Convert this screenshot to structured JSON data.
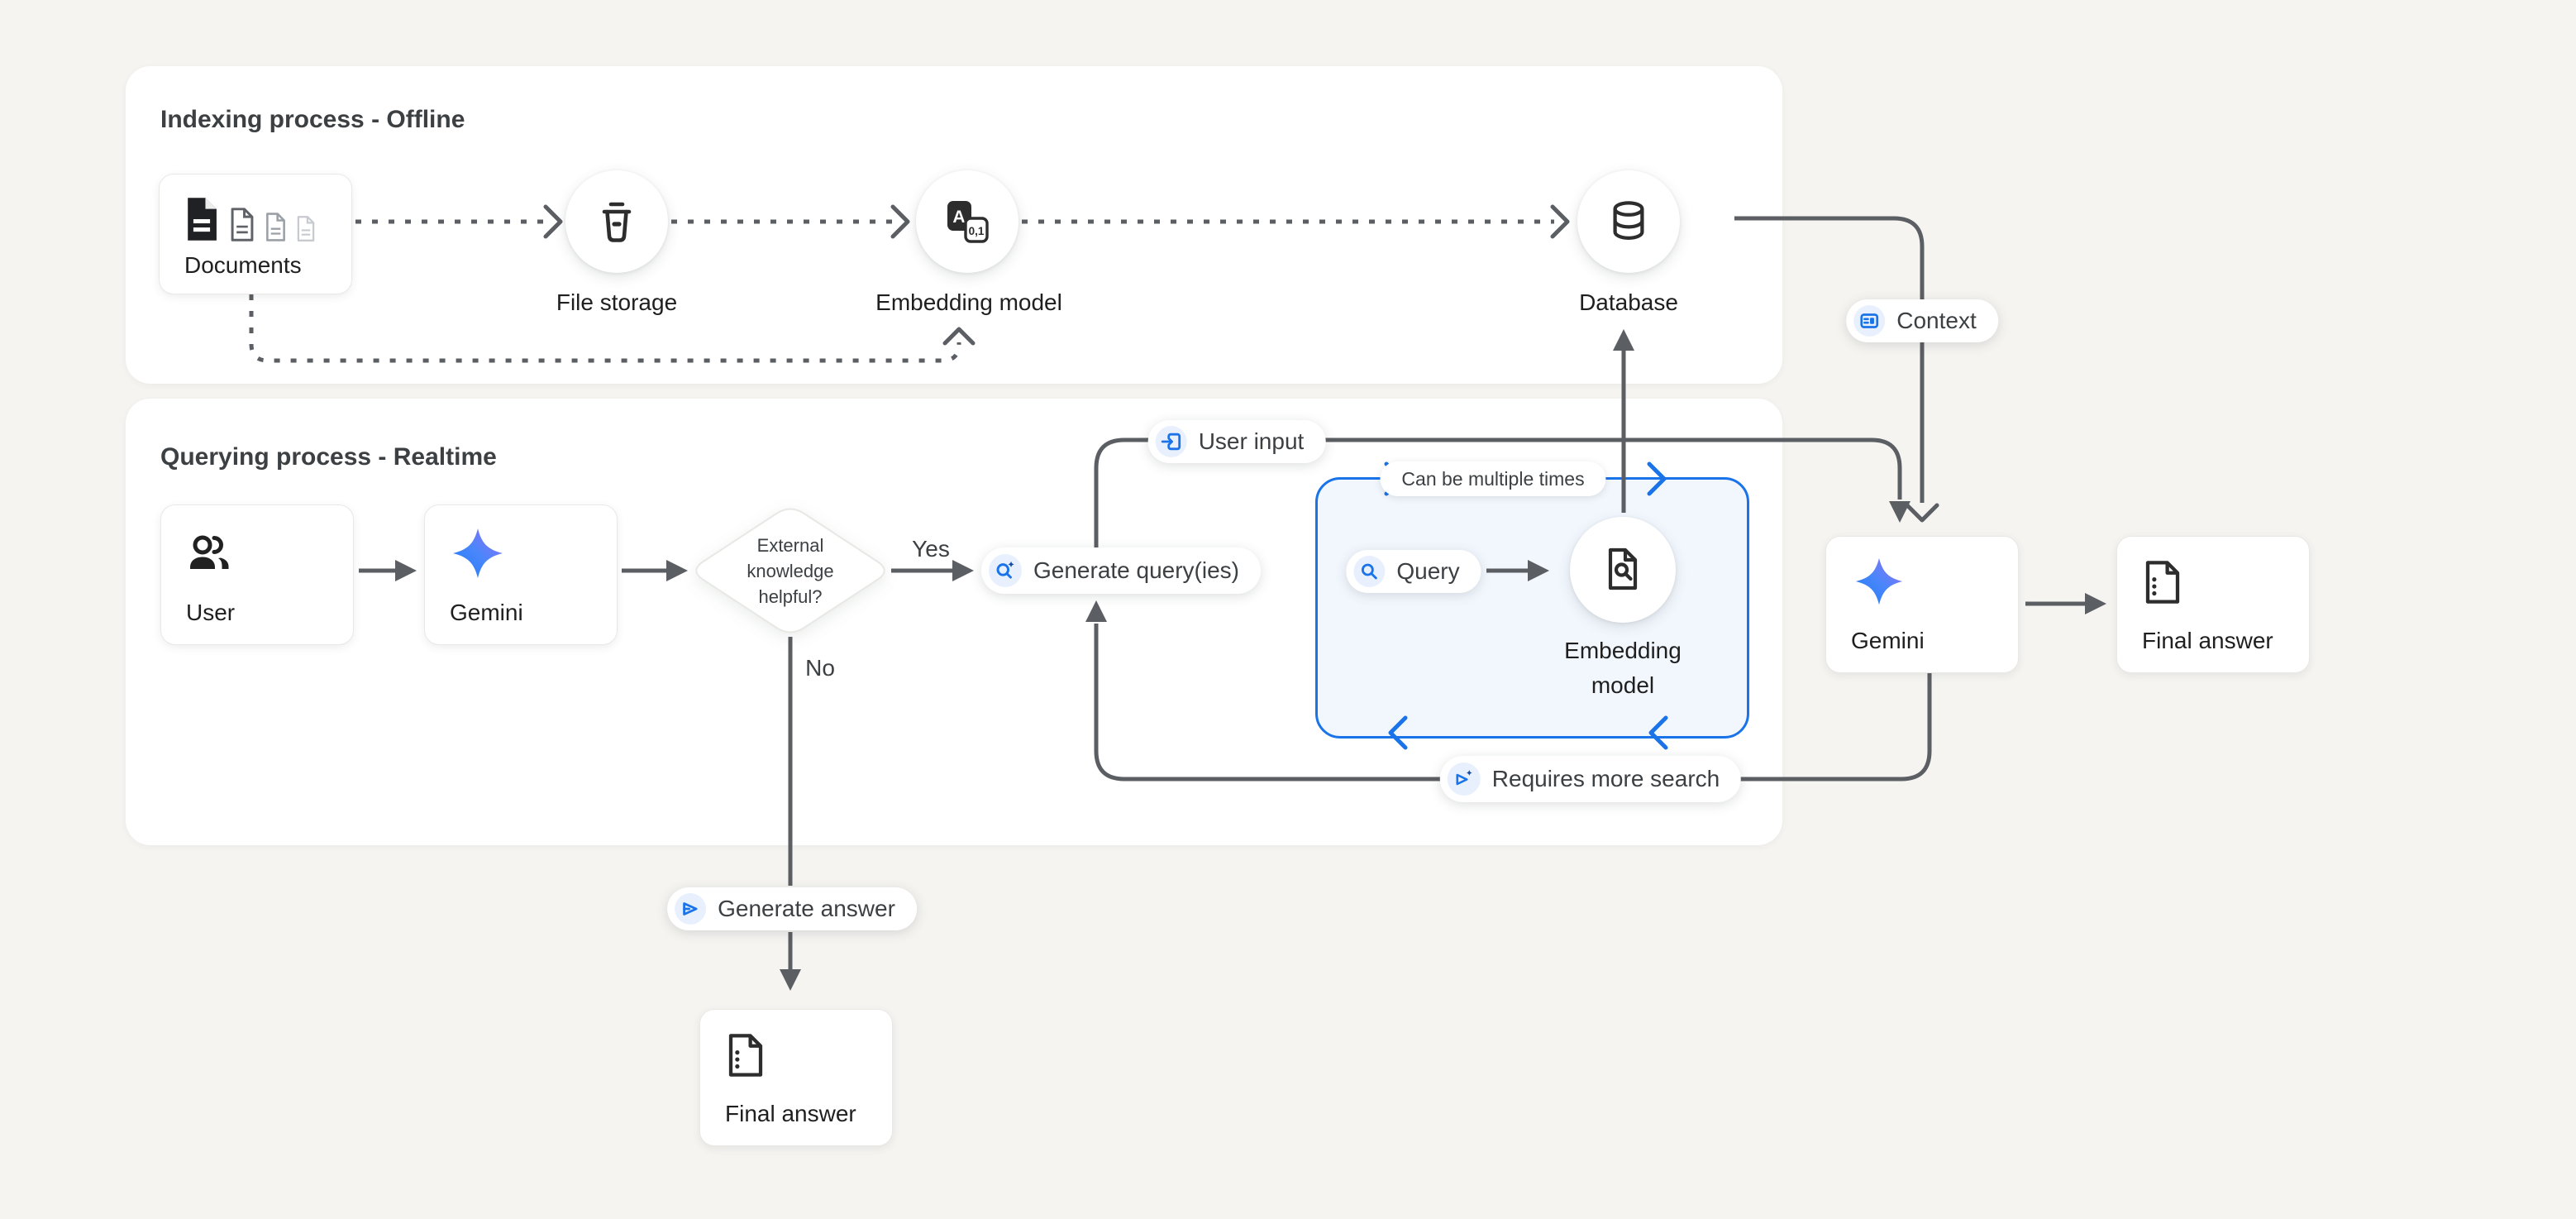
{
  "colors": {
    "accent_blue": "#1a73e8",
    "spark_blue_dark": "#174ea6",
    "connector_gray": "#5b5e62",
    "badge_bg": "#e8f0fe",
    "background": "#f5f4f1"
  },
  "indexing": {
    "title": "Indexing process - Offline",
    "documents_label": "Documents",
    "file_storage_label": "File storage",
    "embedding_model_label": "Embedding model",
    "database_label": "Database"
  },
  "querying": {
    "title": "Querying process - Realtime",
    "user_label": "User",
    "gemini_label": "Gemini",
    "decision_text": "External knowledge helpful?",
    "yes_label": "Yes",
    "no_label": "No",
    "generate_queries_label": "Generate query(ies)",
    "user_input_label": "User input",
    "loop_note_label": "Can be multiple times",
    "query_label": "Query",
    "embedding_model_label": "Embedding model",
    "requires_more_search_label": "Requires more search",
    "generate_answer_label": "Generate answer",
    "final_answer_label": "Final answer"
  },
  "output": {
    "context_label": "Context",
    "gemini_label": "Gemini",
    "final_answer_label": "Final answer"
  }
}
